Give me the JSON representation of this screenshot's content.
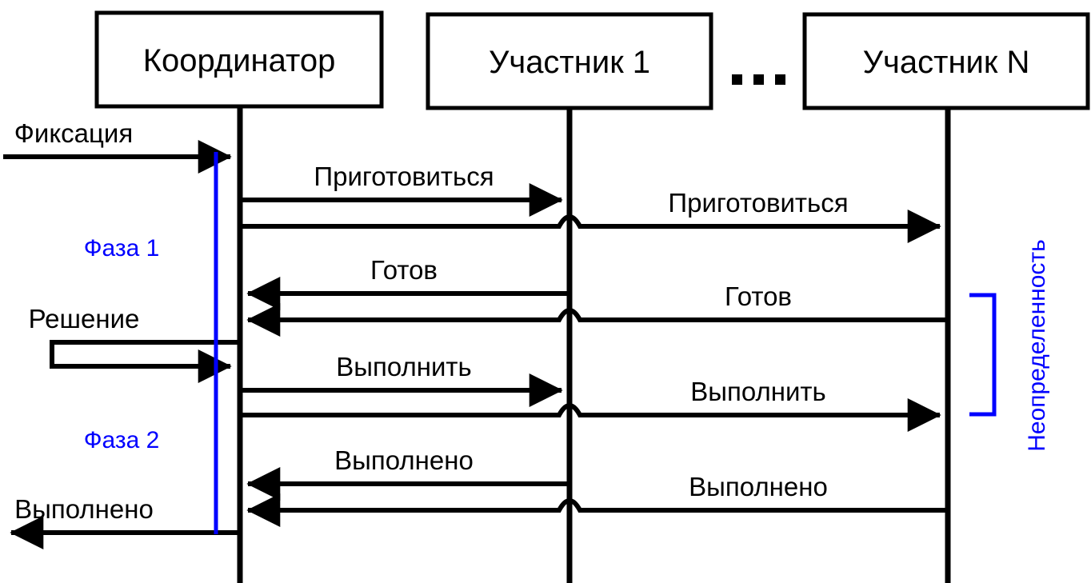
{
  "diagram": {
    "title_text": "",
    "colors": {
      "stroke": "#000000",
      "accent_blue": "#0000FF",
      "background": "#FFFFFF"
    },
    "actors": [
      {
        "id": "coordinator",
        "label": "Координатор"
      },
      {
        "id": "participant1",
        "label": "Участник 1"
      },
      {
        "id": "participantN",
        "label": "Участник N"
      }
    ],
    "ellipsis": "...",
    "external_messages": [
      {
        "id": "commit-in",
        "label": "Фиксация",
        "direction": "in"
      },
      {
        "id": "done-out",
        "label": "Выполнено",
        "direction": "out"
      }
    ],
    "self_message": {
      "id": "decision",
      "label": "Решение"
    },
    "phases": [
      {
        "id": "phase-1",
        "label": "Фаза 1"
      },
      {
        "id": "phase-2",
        "label": "Фаза 2"
      }
    ],
    "uncertainty": {
      "id": "uncertainty",
      "label": "Неопределенность"
    },
    "messages": [
      {
        "id": "prepare-p1",
        "label": "Приготовиться",
        "from": "coordinator",
        "to": "participant1",
        "direction": "right"
      },
      {
        "id": "prepare-pn",
        "label": "Приготовиться",
        "from": "coordinator",
        "to": "participantN",
        "direction": "right"
      },
      {
        "id": "ready-p1",
        "label": "Готов",
        "from": "participant1",
        "to": "coordinator",
        "direction": "left"
      },
      {
        "id": "ready-pn",
        "label": "Готов",
        "from": "participantN",
        "to": "coordinator",
        "direction": "left"
      },
      {
        "id": "commit-p1",
        "label": "Выполнить",
        "from": "coordinator",
        "to": "participant1",
        "direction": "right"
      },
      {
        "id": "commit-pn",
        "label": "Выполнить",
        "from": "coordinator",
        "to": "participantN",
        "direction": "right"
      },
      {
        "id": "done-p1",
        "label": "Выполнено",
        "from": "participant1",
        "to": "coordinator",
        "direction": "left"
      },
      {
        "id": "done-pn",
        "label": "Выполнено",
        "from": "participantN",
        "to": "coordinator",
        "direction": "left"
      }
    ]
  }
}
